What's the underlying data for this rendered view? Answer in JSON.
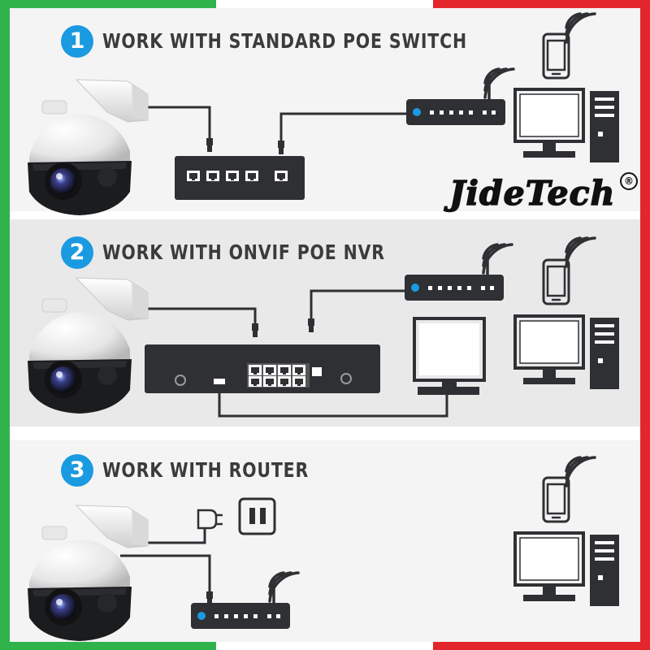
{
  "brand": {
    "name": "JideTech",
    "registered_mark": "®"
  },
  "colors": {
    "accent_blue": "#1a9ae0",
    "border_green": "#2fb34a",
    "border_red": "#e3262b",
    "device_dark": "#2e3033",
    "panel_gray": "#eaeaea",
    "text_dark": "#3b3b3b"
  },
  "sections": [
    {
      "number": "1",
      "title": "WORK WITH STANDARD POE SWITCH"
    },
    {
      "number": "2",
      "title": "WORK WITH ONVIF POE NVR"
    },
    {
      "number": "3",
      "title": "WORK WITH ROUTER"
    }
  ],
  "icons": [
    "ptz-camera-icon",
    "poe-switch-icon",
    "router-icon",
    "wifi-icon",
    "smartphone-icon",
    "desktop-computer-icon",
    "nvr-icon",
    "monitor-icon",
    "power-adapter-icon",
    "wall-outlet-icon"
  ]
}
